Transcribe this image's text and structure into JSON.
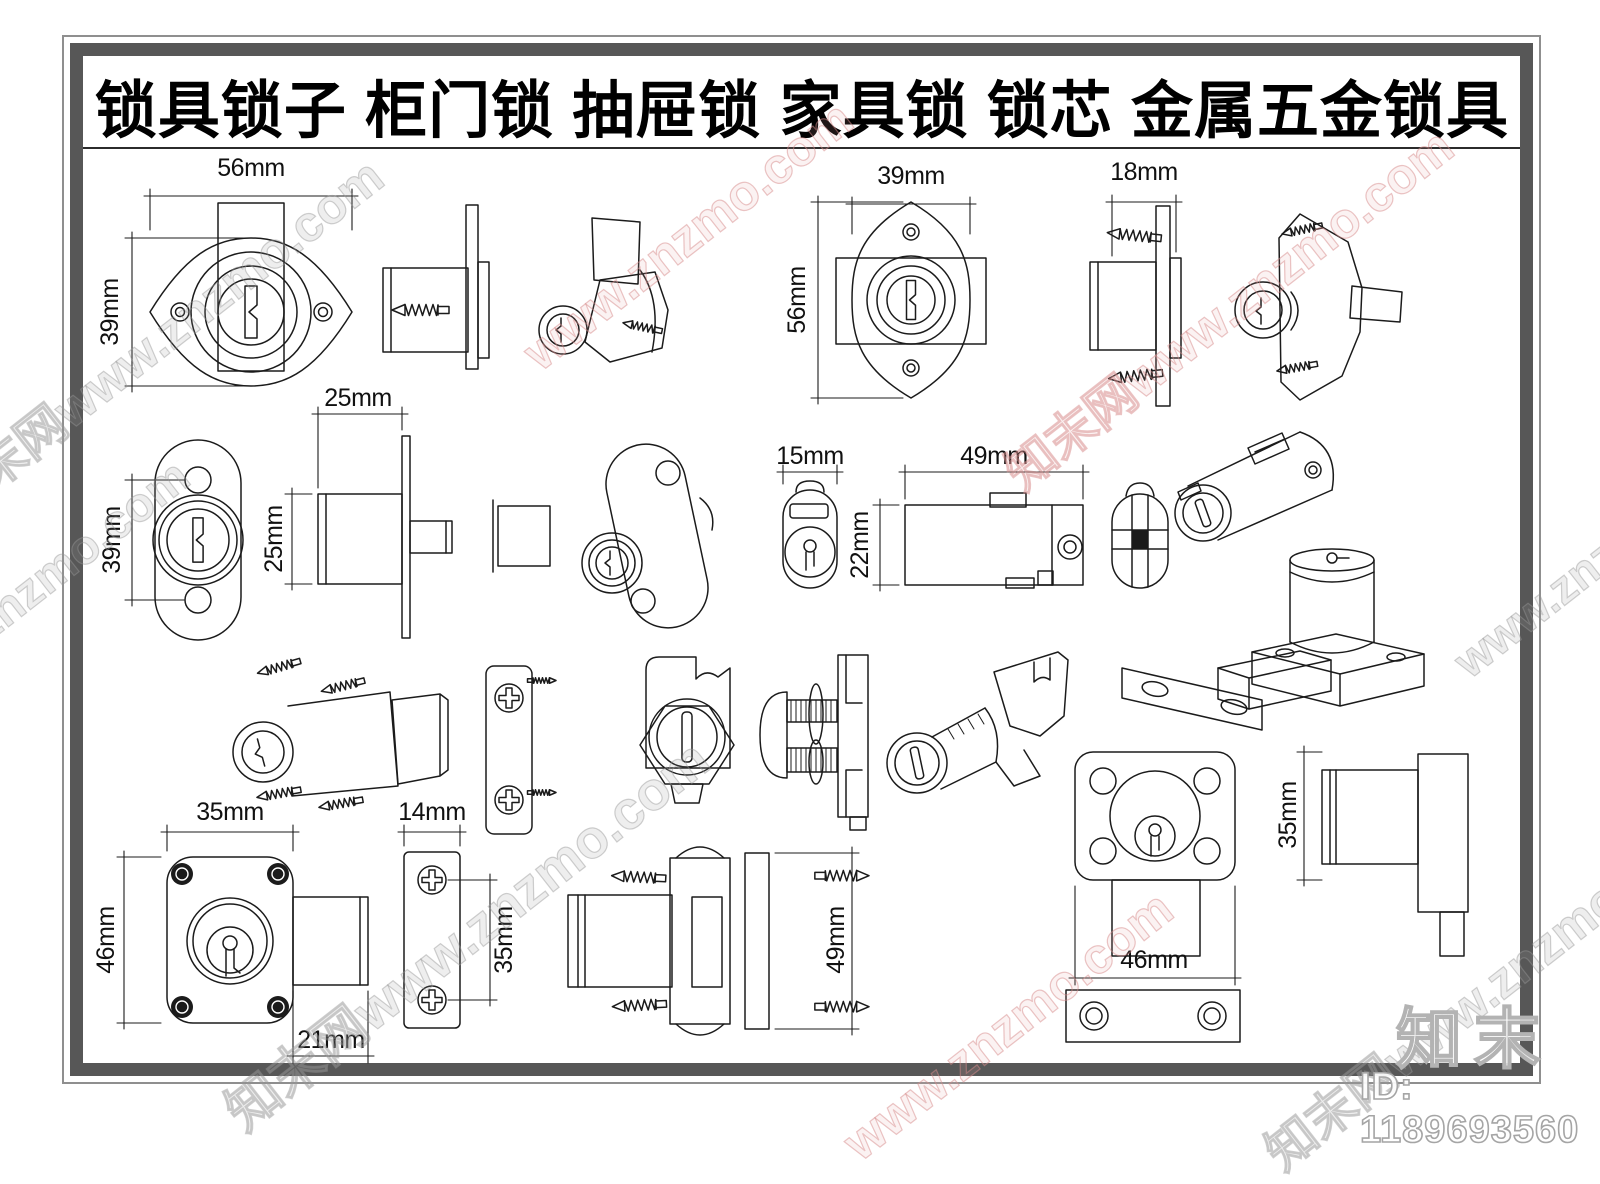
{
  "sheet": {
    "title": "锁具锁子 柜门锁 抽屉锁 家具锁 锁芯 金属五金锁具"
  },
  "watermark": {
    "site_url": "www.znzmo.com",
    "site_full": "知末网www.znzmo.com",
    "logo": "知末",
    "id_label": "ID: 1189693560"
  },
  "dims": {
    "diamond_lock_width": "56mm",
    "diamond_lock_height": "39mm",
    "vertical_diamond_width": "39mm",
    "vertical_diamond_height": "56mm",
    "cylinder_side_depth": "18mm",
    "oval_lock_height": "39mm",
    "push_lock_width": "25mm",
    "push_lock_height": "25mm",
    "mini_oval_width": "15mm",
    "lock_body_length": "49mm",
    "lock_body_height": "22mm",
    "square_lock_width": "35mm",
    "strike_plate_width": "14mm",
    "square_lock_height": "46mm",
    "strike_plate_height": "35mm",
    "bolt_width": "21mm",
    "side_lock_height": "49mm",
    "right_cylinder_height": "35mm",
    "bottom_lock_width": "46mm"
  }
}
